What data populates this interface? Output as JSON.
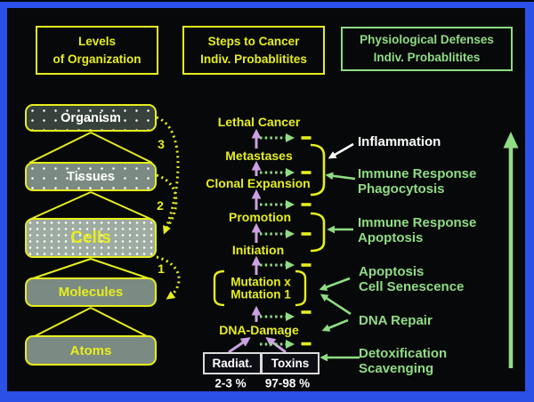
{
  "headers": {
    "levels": {
      "line1": "Levels",
      "line2": "of Organization"
    },
    "steps": {
      "line1": "Steps to Cancer",
      "line2": "Indiv. Probablitites"
    },
    "defenses": {
      "line1": "Physiological Defenses",
      "line2": "Indiv. Probablitites"
    }
  },
  "organization": {
    "items": [
      "Organism",
      "Tissues",
      "Cells",
      "Molecules",
      "Atoms"
    ],
    "gap_numbers": [
      "3",
      "2",
      "1"
    ]
  },
  "cancer_steps": {
    "lethal_cancer": "Lethal Cancer",
    "metastases": "Metastases",
    "clonal_expansion": "Clonal Expansion",
    "promotion": "Promotion",
    "initiation": "Initiation",
    "mutation_x": "Mutation x",
    "mutation_1": "Mutation 1",
    "dna_damage": "DNA-Damage"
  },
  "causes": {
    "radiation": {
      "label": "Radiat.",
      "percent": "2-3 %"
    },
    "toxins": {
      "label": "Toxins",
      "percent": "97-98 %"
    }
  },
  "defenses": {
    "inflammation": {
      "line1": "Inflammation"
    },
    "immune_phagocytosis": {
      "line1": "Immune Response",
      "line2": "Phagocytosis"
    },
    "immune_apoptosis": {
      "line1": "Immune Response",
      "line2": "Apoptosis"
    },
    "apoptosis_senescence": {
      "line1": "Apoptosis",
      "line2": "Cell Senescence"
    },
    "dna_repair": {
      "line1": "DNA Repair"
    },
    "detox_scavenging": {
      "line1": "Detoxification",
      "line2": "Scavenging"
    }
  },
  "colors": {
    "accent_yellow": "#e6ee1e",
    "accent_green": "#90dc85",
    "arrow_purple": "#c9a1e0",
    "frame_blue": "#2b50e8",
    "background": "#070809",
    "box_gray": "#7b8a82",
    "cells_gray": "#9eaba1",
    "organism_dark": "#37423c",
    "text_white": "#ffffff"
  }
}
